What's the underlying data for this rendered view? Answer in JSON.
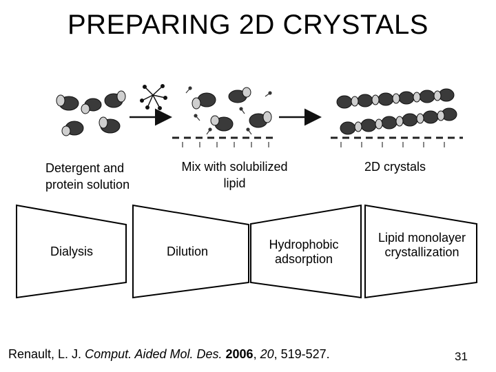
{
  "slide": {
    "title": "PREPARING 2D CRYSTALS",
    "page_number": "31"
  },
  "stages": [
    {
      "label": "Detergent and protein solution"
    },
    {
      "label": "Mix with solubilized lipid"
    },
    {
      "label": "2D crystals"
    }
  ],
  "steps": [
    {
      "label": "Dialysis"
    },
    {
      "label": "Dilution"
    },
    {
      "label": "Hydrophobic adsorption"
    },
    {
      "label": "Lipid monolayer crystallization"
    }
  ],
  "citation": {
    "authors": "Renault, L.  J.",
    "journal": "Comput.  Aided  Mol. Des.",
    "year": "2006",
    "volume": "20",
    "pages": "519-527."
  }
}
